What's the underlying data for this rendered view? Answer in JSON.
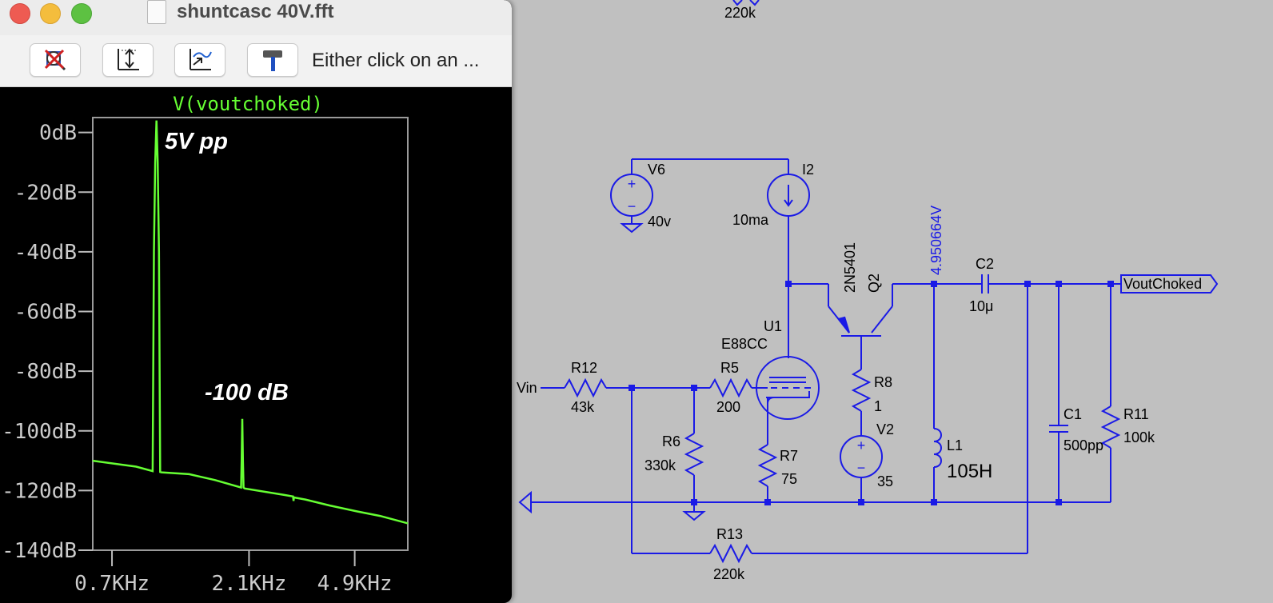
{
  "window": {
    "title": "shuntcasc 40V.fft",
    "status_text": "Either click on an ...",
    "toolbar_icons": [
      "cancel-autorange-icon",
      "vertical-autorange-icon",
      "horizontal-autorange-icon",
      "hammer-icon"
    ]
  },
  "chart_data": {
    "type": "line",
    "title": "V(voutchoked)",
    "xlabel": "",
    "ylabel": "",
    "x_scale": "log",
    "xlim": [
      0.6,
      7.5
    ],
    "ylim": [
      -140,
      5
    ],
    "y_ticks": [
      "0dB",
      "-20dB",
      "-40dB",
      "-60dB",
      "-80dB",
      "-100dB",
      "-120dB",
      "-140dB"
    ],
    "y_tick_values": [
      0,
      -20,
      -40,
      -60,
      -80,
      -100,
      -120,
      -140
    ],
    "x_ticks": [
      "0.7KHz",
      "2.1KHz",
      "4.9KHz"
    ],
    "x_tick_values": [
      0.7,
      2.1,
      4.9
    ],
    "grid": false,
    "line_color": "#66ff33",
    "annotations": [
      "5V pp",
      "-100 dB"
    ],
    "series": [
      {
        "x": [
          0.6,
          0.85,
          0.97,
          0.98,
          0.99,
          1.0,
          1.01,
          1.02,
          1.03,
          1.04,
          1.3,
          1.6,
          1.97,
          1.98,
          1.99,
          2.0,
          2.01,
          2.02,
          2.03,
          2.8,
          2.99,
          3.0,
          3.01,
          3.3,
          4.0,
          5.0,
          6.0,
          7.5
        ],
        "y": [
          -110,
          -112,
          -113.5,
          -40,
          -10,
          4,
          -10,
          -40,
          -113.8,
          -113.9,
          -114.5,
          -116.5,
          -119,
          -110,
          -96,
          -110,
          -119,
          -119.2,
          -119.3,
          -121.5,
          -122,
          -123.5,
          -122.3,
          -123,
          -125,
          -127,
          -128.5,
          -131
        ]
      }
    ]
  },
  "schematic": {
    "top_label": "220k",
    "node_voltage": "4.950664V",
    "input_label": "Vin",
    "output_label": "VoutChoked",
    "components": [
      {
        "ref": "V6",
        "value": "40v"
      },
      {
        "ref": "I2",
        "value": "10ma"
      },
      {
        "ref": "Q2",
        "value": "2N5401"
      },
      {
        "ref": "C2",
        "value": "10μ"
      },
      {
        "ref": "U1",
        "value": "E88CC"
      },
      {
        "ref": "R12",
        "value": "43k"
      },
      {
        "ref": "R5",
        "value": "200"
      },
      {
        "ref": "R6",
        "value": "330k"
      },
      {
        "ref": "R7",
        "value": "75"
      },
      {
        "ref": "R8",
        "value": "1"
      },
      {
        "ref": "V2",
        "value": "35"
      },
      {
        "ref": "L1",
        "value": "105H"
      },
      {
        "ref": "C1",
        "value": "500pp"
      },
      {
        "ref": "R11",
        "value": "100k"
      },
      {
        "ref": "R13",
        "value": "220k"
      }
    ]
  }
}
